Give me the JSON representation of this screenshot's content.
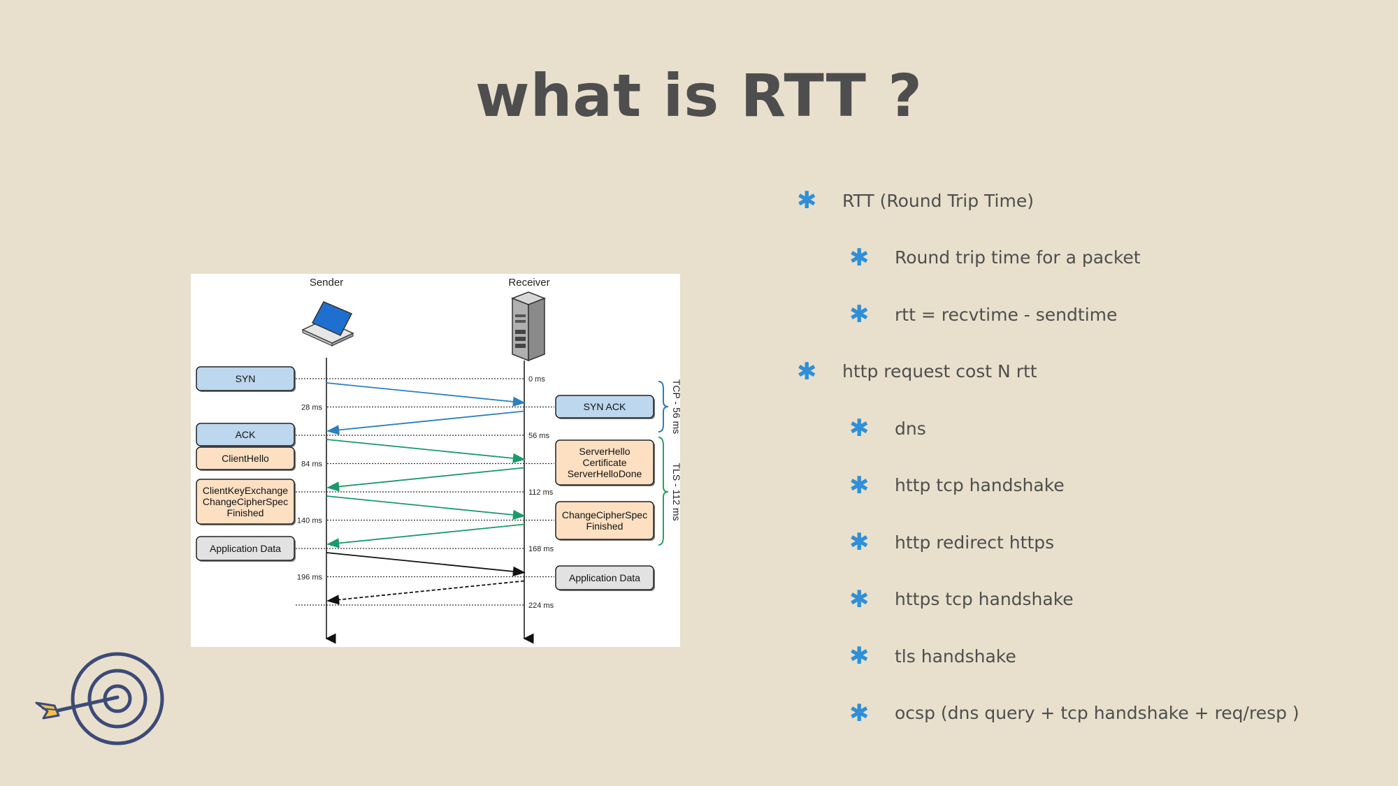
{
  "slide": {
    "title": "what is RTT ?"
  },
  "diagram": {
    "sender_label": "Sender",
    "receiver_label": "Receiver",
    "time_labels": [
      "0 ms",
      "28 ms",
      "56 ms",
      "84 ms",
      "112 ms",
      "140 ms",
      "168 ms",
      "196 ms",
      "224 ms"
    ],
    "left_boxes": [
      {
        "lines": [
          "SYN"
        ],
        "kind": "tcp"
      },
      {
        "lines": [
          "ACK"
        ],
        "kind": "tcp"
      },
      {
        "lines": [
          "ClientHello"
        ],
        "kind": "tls"
      },
      {
        "lines": [
          "ClientKeyExchange",
          "ChangeCipherSpec",
          "Finished"
        ],
        "kind": "tls"
      },
      {
        "lines": [
          "Application Data"
        ],
        "kind": "app"
      }
    ],
    "right_boxes": [
      {
        "lines": [
          "SYN ACK"
        ],
        "kind": "tcp"
      },
      {
        "lines": [
          "ServerHello",
          "Certificate",
          "ServerHelloDone"
        ],
        "kind": "tls"
      },
      {
        "lines": [
          "ChangeCipherSpec",
          "Finished"
        ],
        "kind": "tls"
      },
      {
        "lines": [
          "Application Data"
        ],
        "kind": "app"
      }
    ],
    "brace_labels": {
      "tcp": "TCP - 56 ms",
      "tls": "TLS - 112 ms"
    },
    "colors": {
      "tcp_fill": "#bcd7ee",
      "tls_fill": "#fde0c2",
      "app_fill": "#e2e2e2",
      "tcp_arrow": "#2a7fc0",
      "tls_arrow": "#1a9a6a",
      "app_arrow": "#111111",
      "brace": "#2aa06a"
    }
  },
  "bullets": [
    {
      "text": "RTT (Round Trip Time)",
      "level": 1
    },
    {
      "text": "Round trip time for a packet",
      "level": 2
    },
    {
      "text": "rtt = recvtime - sendtime",
      "level": 2
    },
    {
      "text": "http request cost N rtt",
      "level": 1
    },
    {
      "text": "dns",
      "level": 2
    },
    {
      "text": "http tcp handshake",
      "level": 2
    },
    {
      "text": "http redirect https",
      "level": 2
    },
    {
      "text": "https tcp handshake",
      "level": 2
    },
    {
      "text": "tls handshake",
      "level": 2
    },
    {
      "text": "ocsp (dns query + tcp handshake + req/resp )",
      "level": 2
    }
  ],
  "icons": {
    "bullet": "asterisk-bullet-icon",
    "decor": "target-arrow-icon"
  },
  "colors": {
    "background": "#e8e0cc",
    "bullet_star": "#2f8fd8",
    "text": "#4e4e4e"
  }
}
